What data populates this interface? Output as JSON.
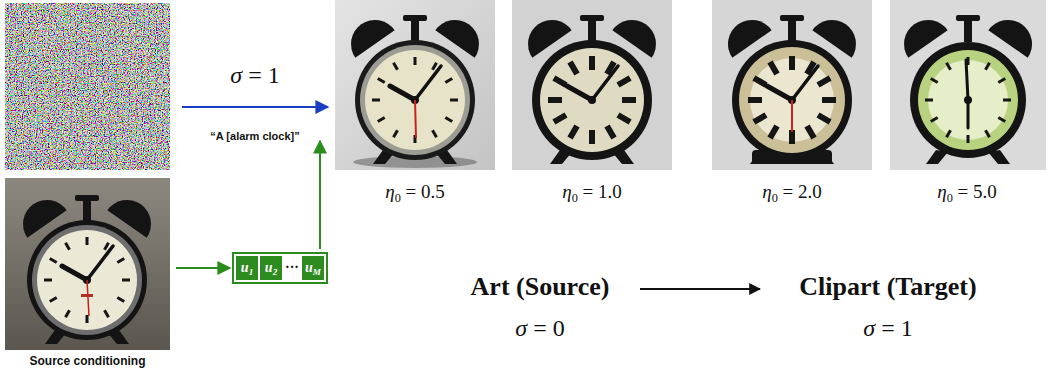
{
  "diagram": {
    "nodes": [
      {
        "text": [
          "Source conditioning"
        ]
      },
      {
        "text": [
          "···"
        ]
      },
      {
        "text": [
          "u1"
        ],
        "in": 1
      },
      {
        "text": [
          "u2"
        ],
        "in": 1
      },
      {
        "text": [
          "uM"
        ],
        "in": 1
      }
    ],
    "edges": [
      {
        "from": 0,
        "to": 1,
        "arrow": "to"
      }
    ],
    "labels": [
      "σ = 1",
      "“A [alarm clock]”",
      "η0 = 0.5",
      "η0 = 1.0",
      "η0 = 2.0",
      "η0 = 5.0",
      "Art (Source)",
      "Clipart (Target)",
      "σ = 0",
      "σ = 1"
    ]
  }
}
